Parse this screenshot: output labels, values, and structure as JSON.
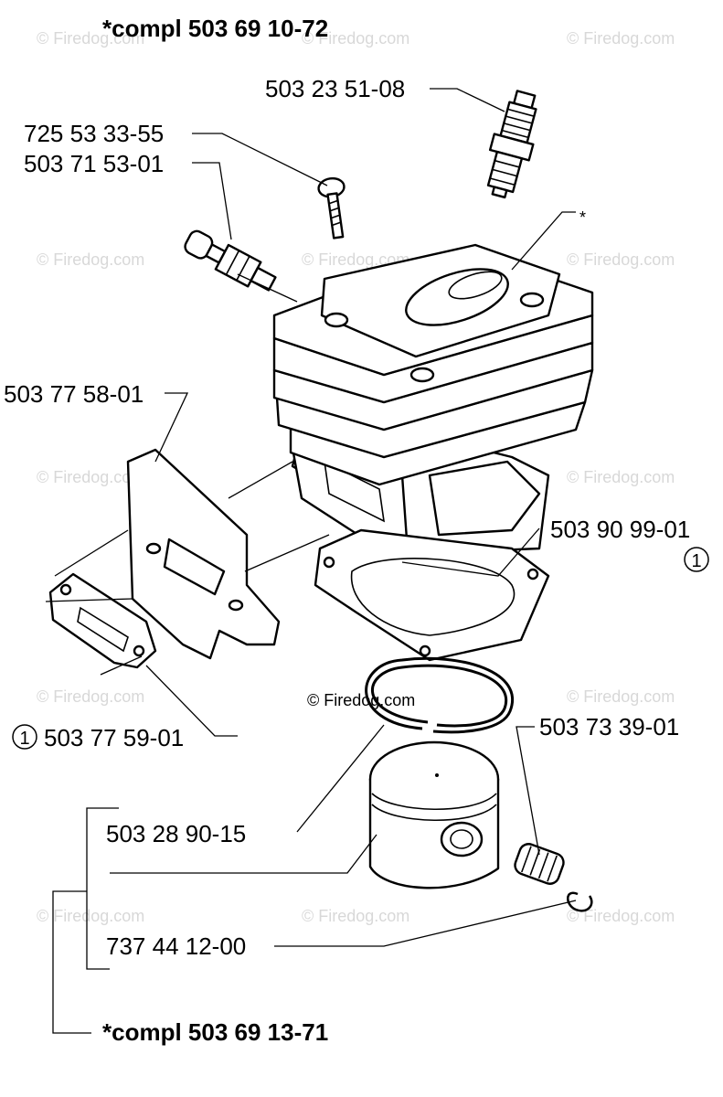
{
  "assembly_top": "*compl 503 69 10-72",
  "assembly_bottom": "*compl 503 69 13-71",
  "asterisk": "*",
  "parts": {
    "spark_plug": "503 23 51-08",
    "decompression_valve": "725 53 33-55",
    "valve_body": "503 71 53-01",
    "heat_shield": "503 77 58-01",
    "cylinder_gasket": "503 90 99-01",
    "muffler_gasket": "503 77 59-01",
    "needle_bearing": "503 73 39-01",
    "piston_ring": "503 28 90-15",
    "circlip": "737 44 12-00"
  },
  "callouts": {
    "gasket_marker": "1",
    "muffler_marker": "1"
  },
  "watermark": "© Firedog.com"
}
